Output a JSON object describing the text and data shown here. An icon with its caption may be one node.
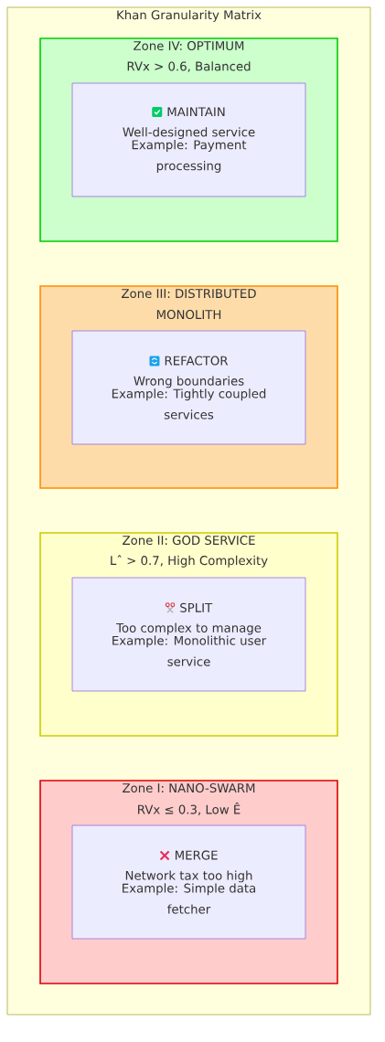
{
  "diagram": {
    "nodes": [
      {
        "text": [
          "Khan Granularity Matrix"
        ]
      },
      {
        "text": [
          "Zone IV: OPTIMUM",
          "RVx > 0.6, Balanced"
        ],
        "in": 0
      },
      {
        "text": [
          "MAINTAIN",
          "Well-designed service",
          "Example: Payment processing"
        ],
        "in": 1
      },
      {
        "text": [
          "Zone III: DISTRIBUTED MONOLITH"
        ],
        "in": 0
      },
      {
        "text": [
          "REFACTOR",
          "Wrong boundaries",
          "Example: Tightly coupled services"
        ],
        "in": 3
      },
      {
        "text": [
          "Zone II: GOD SERVICE",
          "Lˆ > 0.7, High Complexity"
        ],
        "in": 0
      },
      {
        "text": [
          "SPLIT",
          "Too complex to manage",
          "Example: Monolithic user service"
        ],
        "in": 5
      },
      {
        "text": [
          "Zone I: NANO-SWARM",
          "RVx ≤ 0.3, Low Ê"
        ],
        "in": 0
      },
      {
        "text": [
          "MERGE",
          "Network tax too high",
          "Example: Simple data fetcher"
        ],
        "in": 7
      }
    ]
  }
}
